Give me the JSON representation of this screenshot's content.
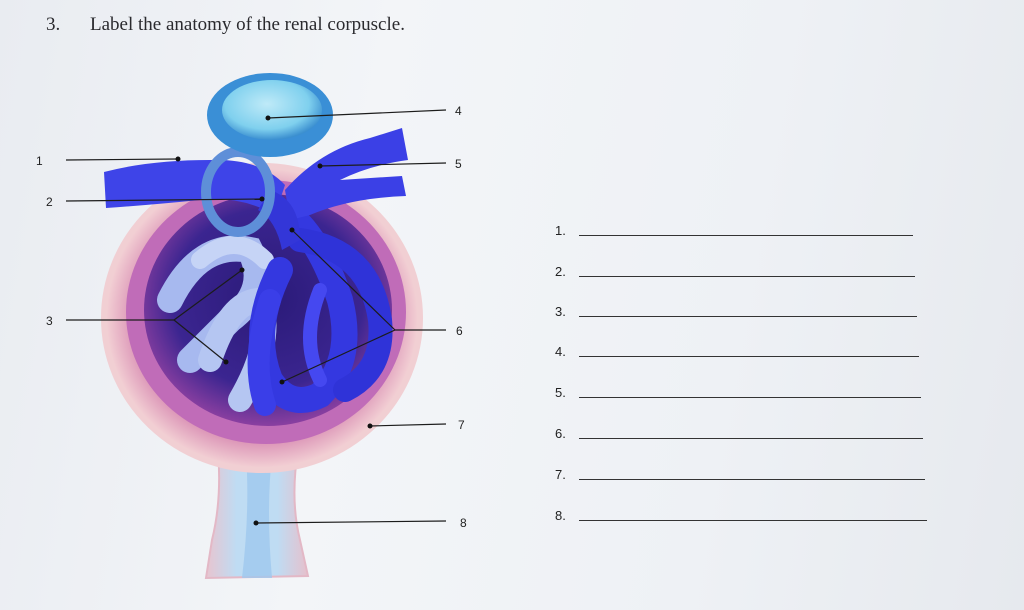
{
  "question": {
    "number": "3.",
    "text": "Label the anatomy of the renal corpuscle."
  },
  "callouts": [
    {
      "number": "1"
    },
    {
      "number": "2"
    },
    {
      "number": "3"
    },
    {
      "number": "4"
    },
    {
      "number": "5"
    },
    {
      "number": "6"
    },
    {
      "number": "7"
    },
    {
      "number": "8"
    }
  ],
  "answers": [
    {
      "number": "1.",
      "value": ""
    },
    {
      "number": "2.",
      "value": ""
    },
    {
      "number": "3.",
      "value": ""
    },
    {
      "number": "4.",
      "value": ""
    },
    {
      "number": "5.",
      "value": ""
    },
    {
      "number": "6.",
      "value": ""
    },
    {
      "number": "7.",
      "value": ""
    },
    {
      "number": "8.",
      "value": ""
    }
  ],
  "colors": {
    "vessel_blue": "#3a3ee8",
    "capillary_light": "#9fb4ee",
    "capsule_purple": "#8a3fa0",
    "capsule_outer": "#f0c8cc",
    "macula_teal": "#4aa9d8"
  }
}
